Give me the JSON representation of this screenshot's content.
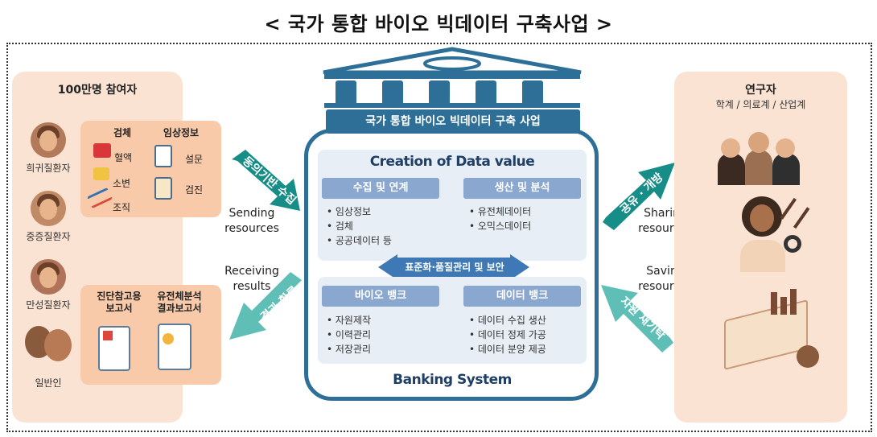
{
  "title": "< 국가 통합 바이오 빅데이터 구축사업 >",
  "left": {
    "title": "100만명 참여자",
    "participants": [
      "희귀질환자",
      "중증질환자",
      "만성질환자",
      "일반인"
    ],
    "box_top": {
      "head1": "검체",
      "head2": "임상정보",
      "specimen_items": [
        "혈액",
        "소변",
        "조직"
      ],
      "clinical_items": [
        "설문",
        "검진"
      ]
    },
    "box_bottom": {
      "head1": "진단참고용\n보고서",
      "head2": "유전체분석\n결과보고서"
    }
  },
  "flows": {
    "consent_collect": "동의기반 수집",
    "sending": "Sending\nresources",
    "receiving": "Receiving\nresults",
    "result_return": "결과 환류",
    "share_open": "공유 · 개방",
    "sharing": "Sharing\nresources",
    "saving": "Saving\nresources",
    "deposit": "자원 재기탁"
  },
  "center": {
    "banner": "국가 통합 바이오 빅데이터 구축 사업",
    "top_title": "Creation of Data value",
    "bottom_title": "Banking System",
    "std_bar": "표준화·품질관리 및 보안",
    "blocks": {
      "collect": {
        "label": "수집 및 연계",
        "items": [
          "• 임상정보",
          "• 검체",
          "• 공공데이터 등"
        ]
      },
      "produce": {
        "label": "생산 및 분석",
        "items": [
          "• 유전체데이터",
          "• 오믹스데이터"
        ]
      },
      "biobank": {
        "label": "바이오 뱅크",
        "items": [
          "• 자원제작",
          "• 이력관리",
          "• 저장관리"
        ]
      },
      "databank": {
        "label": "데이터 뱅크",
        "items": [
          "• 데이터 수집 생산",
          "• 데이터 정제 가공",
          "• 데이터 분양 제공"
        ]
      }
    }
  },
  "right": {
    "title": "연구자",
    "subtitle": "학계 / 의료계 / 산업계"
  },
  "colors": {
    "panel": "#fbe3d3",
    "subbox": "#f8caa9",
    "building": "#2d6f97",
    "pill": "#8aa7d0",
    "arrow_teal": "#168d86",
    "arrow_light": "#5fbeb6"
  }
}
